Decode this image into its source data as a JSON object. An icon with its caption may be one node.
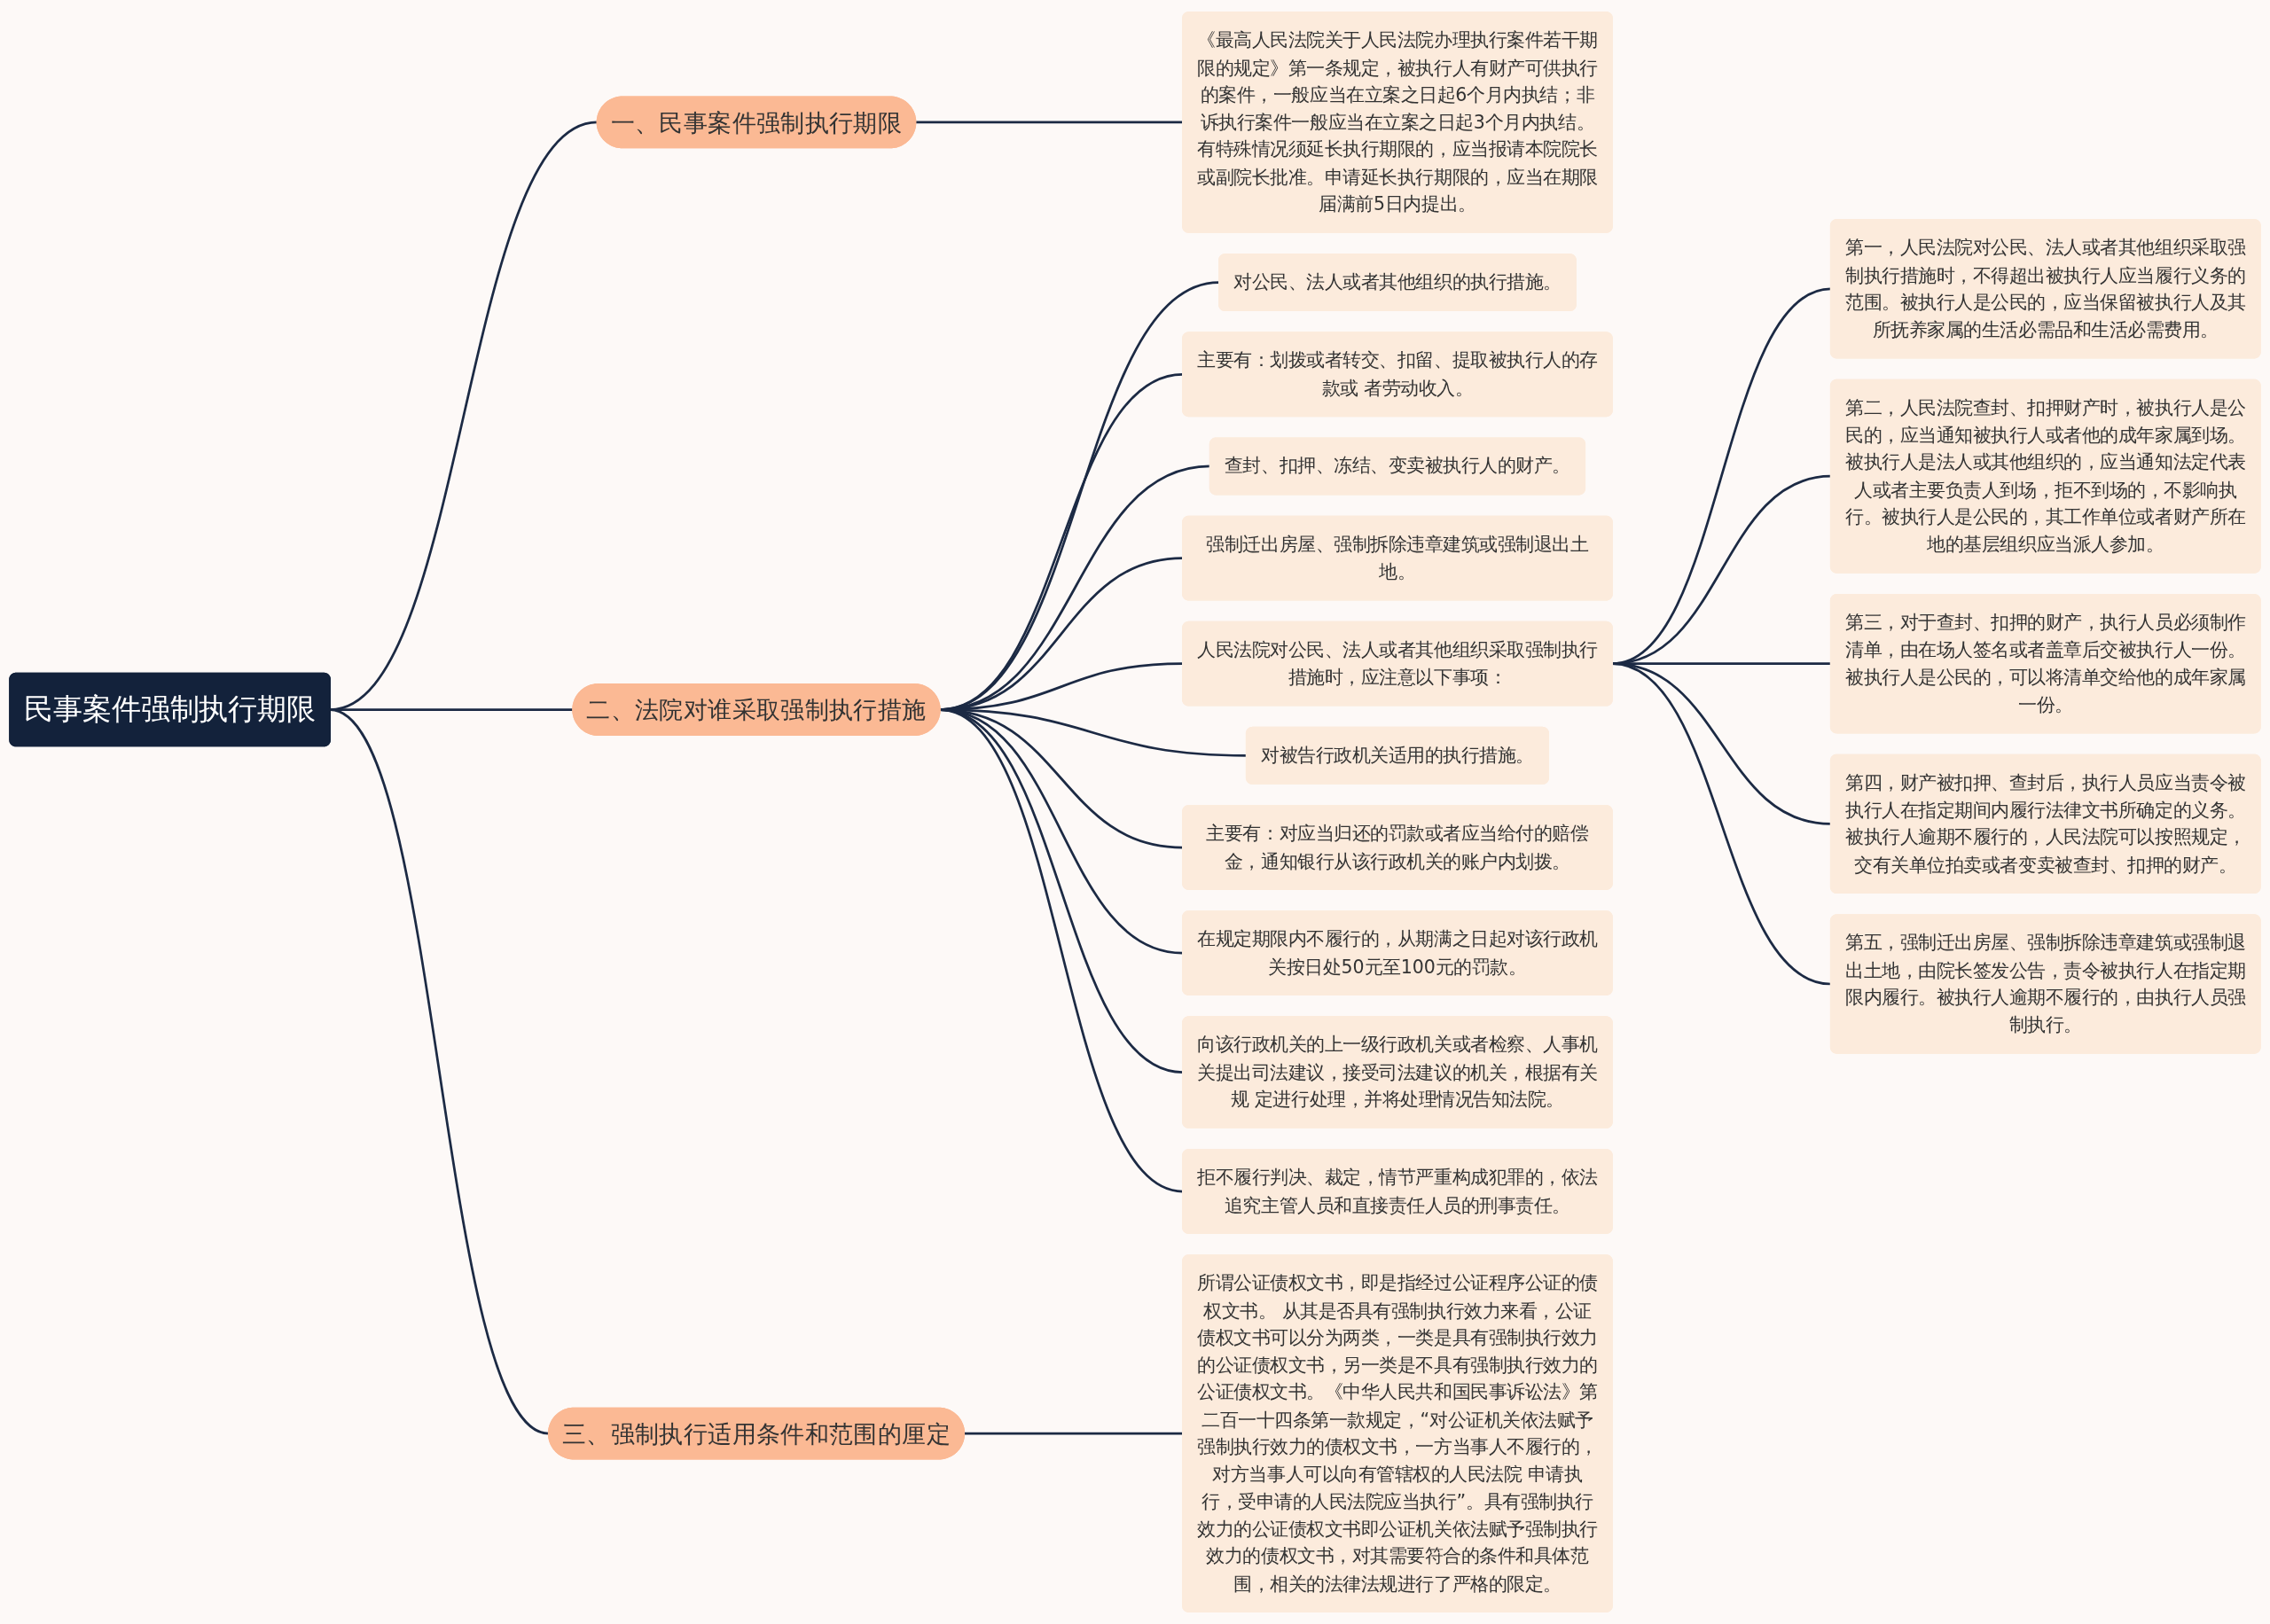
{
  "diagram": {
    "nodes": [
      {
        "text": [
          "民事案件强制执行期限"
        ]
      },
      {
        "text": [
          "一、民事案件强制执行期限"
        ]
      },
      {
        "text": [
          "《最高人民法院关于人民法院办理执行案件若干期限的规定》第一条规定，被执行人有财产可供执行的案件，一般应当在立案之日起6个月内执结；非诉执行案件一般应当在立案之日起3个月内执结。有特殊情况须延长执行期限的，应当报请本院院长或副院长批准。申请延长执行期限的，应当在期限届满前5日内提出。"
        ]
      },
      {
        "text": [
          "二、法院对谁采取强制执行措施"
        ]
      },
      {
        "text": [
          "对公民、法人或者其他组织的执行措施。"
        ]
      },
      {
        "text": [
          "主要有：划拨或者转交、扣留、提取被执行人的存款或 者劳动收入。"
        ]
      },
      {
        "text": [
          "查封、扣押、冻结、变卖被执行人的财产。"
        ]
      },
      {
        "text": [
          "强制迁出房屋、强制拆除违章建筑或强制退出土地。"
        ]
      },
      {
        "text": [
          "人民法院对公民、法人或者其他组织采取强制执行措施时，应注意以下事项："
        ]
      },
      {
        "text": [
          "第一，人民法院对公民、法人或者其他组织采取强制执行措施时，不得超出被执行人应当履行义务的范围。被执行人是公民的，应当保留被执行人及其所抚养家属的生活必需品和生活必需费用。"
        ]
      },
      {
        "text": [
          "第二，人民法院查封、扣押财产时，被执行人是公民的，应当通知被执行人或者他的成年家属到场。被执行人是法人或其他组织的，应当通知法定代表人或者主要负责人到场，拒不到场的，不影响执行。被执行人是公民的，其工作单位或者财产所在地的基层组织应当派人参加。"
        ]
      },
      {
        "text": [
          "第三，对于查封、扣押的财产，执行人员必须制作清单，由在场人签名或者盖章后交被执行人一份。被执行人是公民的，可以将清单交给他的成年家属一份。"
        ]
      },
      {
        "text": [
          "第四，财产被扣押、查封后，执行人员应当责令被执行人在指定期间内履行法律文书所确定的义务。被执行人逾期不履行的，人民法院可以按照规定，交有关单位拍卖或者变卖被查封、扣押的财产。"
        ]
      },
      {
        "text": [
          "第五，强制迁出房屋、强制拆除违章建筑或强制退出土地，由院长签发公告，责令被执行人在指定期限内履行。被执行人逾期不履行的，由执行人员强制执行。"
        ]
      },
      {
        "text": [
          "对被告行政机关适用的执行措施。"
        ]
      },
      {
        "text": [
          "主要有：对应当归还的罚款或者应当给付的赔偿金，通知银行从该行政机关的账户内划拨。"
        ]
      },
      {
        "text": [
          "在规定期限内不履行的，从期满之日起对该行政机关按日处50元至100元的罚款。"
        ]
      },
      {
        "text": [
          "向该行政机关的上一级行政机关或者检察、人事机关提出司法建议，接受司法建议的机关，根据有关规 定进行处理，并将处理情况告知法院。"
        ]
      },
      {
        "text": [
          "拒不履行判决、裁定，情节严重构成犯罪的，依法追究主管人员和直接责任人员的刑事责任。"
        ]
      },
      {
        "text": [
          "三、强制执行适用条件和范围的厘定"
        ]
      },
      {
        "text": [
          "所谓公证债权文书，即是指经过公证程序公证的债权文书。 从其是否具有强制执行效力来看，公证债权文书可以分为两类，一类是具有强制执行效力的公证债权文书，另一类是不具有强制执行效力的公证债权文书。《中华人民共和国民事诉讼法》第二百一十四条第一款规定，“对公证机关依法赋予强制执行效力的债权文书，一方当事人不履行的，对方当事人可以向有管辖权的人民法院 申请执行，受申请的人民法院应当执行”。具有强制执行效力的公证债权文书即公证机关依法赋予强制执行效力的债权文书，对其需要符合的条件和具体范围，相关的法律法规进行了严格的限定。"
        ]
      }
    ],
    "edges": [
      {
        "from": 0,
        "to": 1,
        "arrow": "none"
      },
      {
        "from": 1,
        "to": 2,
        "arrow": "none"
      },
      {
        "from": 0,
        "to": 3,
        "arrow": "none"
      },
      {
        "from": 3,
        "to": 4,
        "arrow": "none"
      },
      {
        "from": 3,
        "to": 5,
        "arrow": "none"
      },
      {
        "from": 3,
        "to": 6,
        "arrow": "none"
      },
      {
        "from": 3,
        "to": 7,
        "arrow": "none"
      },
      {
        "from": 3,
        "to": 8,
        "arrow": "none"
      },
      {
        "from": 8,
        "to": 9,
        "arrow": "none"
      },
      {
        "from": 8,
        "to": 10,
        "arrow": "none"
      },
      {
        "from": 8,
        "to": 11,
        "arrow": "none"
      },
      {
        "from": 8,
        "to": 12,
        "arrow": "none"
      },
      {
        "from": 8,
        "to": 13,
        "arrow": "none"
      },
      {
        "from": 3,
        "to": 14,
        "arrow": "none"
      },
      {
        "from": 3,
        "to": 15,
        "arrow": "none"
      },
      {
        "from": 3,
        "to": 16,
        "arrow": "none"
      },
      {
        "from": 3,
        "to": 17,
        "arrow": "none"
      },
      {
        "from": 3,
        "to": 18,
        "arrow": "none"
      },
      {
        "from": 0,
        "to": 19,
        "arrow": "none"
      },
      {
        "from": 19,
        "to": 20,
        "arrow": "none"
      }
    ]
  }
}
